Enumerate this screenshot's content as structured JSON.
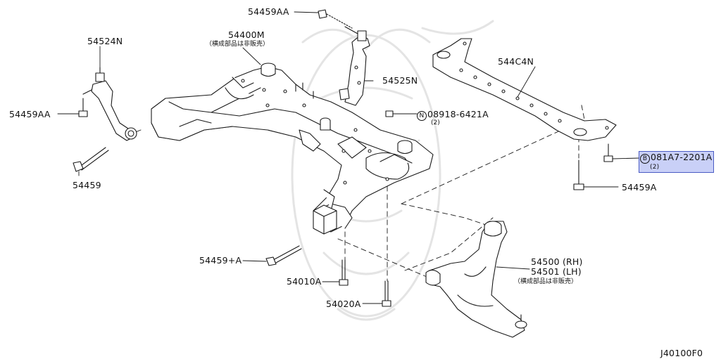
{
  "labels": {
    "p54459AA_top": "54459AA",
    "p54524N": "54524N",
    "p54400M": "54400M",
    "p54400M_note": "（横成部品は非販売）",
    "p544C4N": "544C4N",
    "p54525N": "54525N",
    "p08918_circle": "N",
    "p08918": "08918-6421A",
    "p08918_qty": "(2)",
    "p54459AA_left": "54459AA",
    "p081A7_circle": "B",
    "p081A7": "081A7-2201A",
    "p081A7_qty": "(2)",
    "p54459": "54459",
    "p54459A": "54459A",
    "p54459plusA": "54459+A",
    "p54500": "54500 (RH)",
    "p54501": "54501 (LH)",
    "p5450x_note": "（横成部品は非販売）",
    "p54010A": "54010A",
    "p54020A": "54020A",
    "diagram_code": "J40100F0"
  },
  "colors": {
    "line": "#1a1a1a",
    "watermark": "#e6e6e6",
    "highlight_fill": "#c9d0f7",
    "highlight_border": "#4b5cc4"
  },
  "highlighted_part": "081A7-2201A"
}
